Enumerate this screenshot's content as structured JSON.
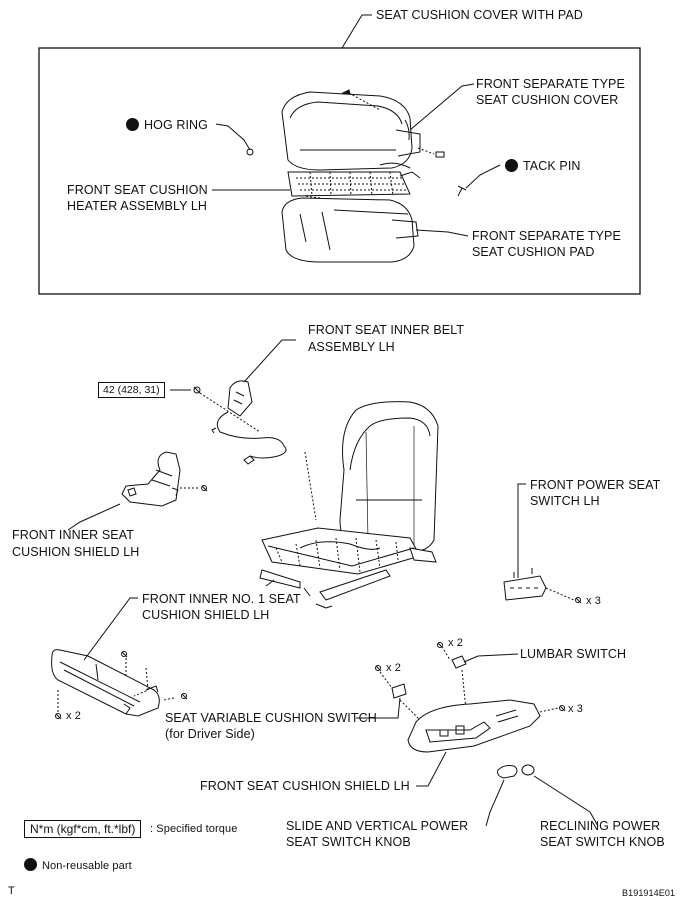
{
  "labels": {
    "seat_cushion_cover_with_pad": "SEAT CUSHION COVER WITH PAD",
    "front_separate_type_cover_1": "FRONT SEPARATE TYPE",
    "front_separate_type_cover_2": "SEAT CUSHION COVER",
    "hog_ring": "HOG RING",
    "tack_pin": "TACK PIN",
    "heater_1": "FRONT SEAT CUSHION",
    "heater_2": "HEATER ASSEMBLY LH",
    "front_separate_type_pad_1": "FRONT SEPARATE TYPE",
    "front_separate_type_pad_2": "SEAT CUSHION PAD",
    "inner_belt_1": "FRONT SEAT INNER BELT",
    "inner_belt_2": "ASSEMBLY LH",
    "torque_value": "42 (428, 31)",
    "inner_shield_1": "FRONT INNER SEAT",
    "inner_shield_2": "CUSHION SHIELD LH",
    "power_seat_switch_1": "FRONT POWER SEAT",
    "power_seat_switch_2": "SWITCH LH",
    "x3_power_switch": "x 3",
    "inner_no1_shield_1": "FRONT INNER NO. 1 SEAT",
    "inner_no1_shield_2": "CUSHION SHIELD LH",
    "x2_lumbar": "x 2",
    "lumbar_switch": "LUMBAR SWITCH",
    "x2_variable": "x 2",
    "x2_inner_no1": "x 2",
    "x3_shield": "x 3",
    "variable_switch_1": "SEAT VARIABLE CUSHION SWITCH",
    "variable_switch_2": "(for Driver Side)",
    "cushion_shield": "FRONT SEAT CUSHION SHIELD LH",
    "legend_torque_box": "N*m (kgf*cm, ft.*lbf)",
    "legend_torque_text": ": Specified torque",
    "slide_knob_1": "SLIDE AND VERTICAL POWER",
    "slide_knob_2": "SEAT SWITCH KNOB",
    "reclining_knob_1": "RECLINING POWER",
    "reclining_knob_2": "SEAT SWITCH KNOB",
    "legend_nonreusable": "Non-reusable part",
    "corner_letter": "T",
    "figure_code": "B191914E01"
  }
}
